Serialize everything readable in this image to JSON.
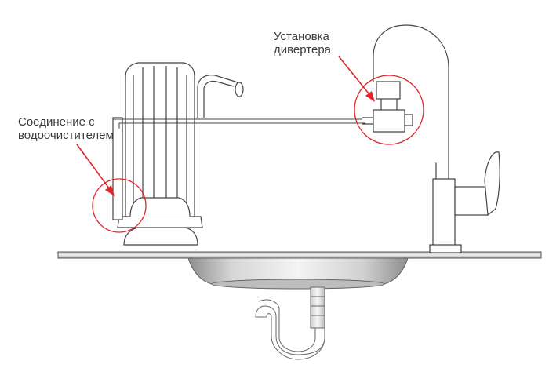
{
  "labels": {
    "diverter_line1": "Установка",
    "diverter_line2": "дивертера",
    "connection_line1": "Соединение с",
    "connection_line2": "водоочистителем"
  },
  "colors": {
    "outline": "#444444",
    "highlight": "#e0252b",
    "sink_light": "#e6e6e6",
    "sink_dark": "#9a9a9a"
  }
}
